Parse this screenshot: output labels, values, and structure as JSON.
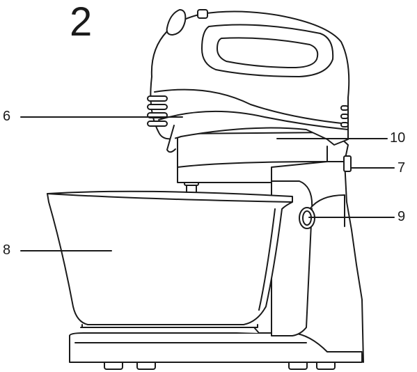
{
  "figure": {
    "number": "2"
  },
  "callouts": [
    {
      "id": "6",
      "text": "6"
    },
    {
      "id": "10",
      "text": "10"
    },
    {
      "id": "7",
      "text": "7"
    },
    {
      "id": "9",
      "text": "9"
    },
    {
      "id": "8",
      "text": "8"
    }
  ],
  "colors": {
    "line": "#1a1a1a",
    "fill": "#ffffff",
    "shade": "#e6e6e6"
  }
}
